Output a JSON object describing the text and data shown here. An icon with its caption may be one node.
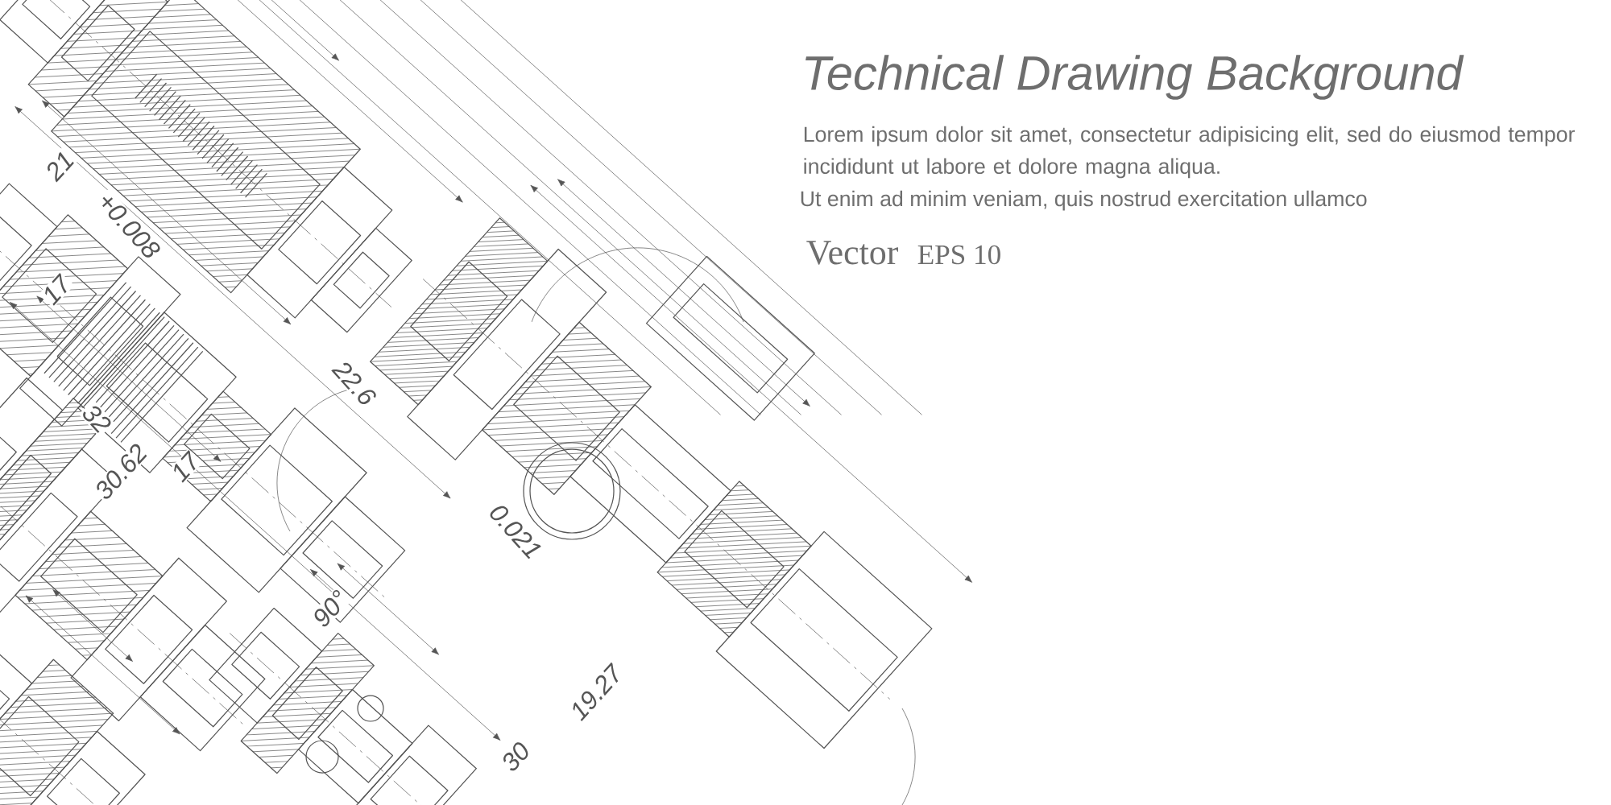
{
  "diagram": {
    "title": "Technical Drawing Background",
    "labels": [
      "Lorem ipsum dolor sit amet, consectetur adipisicing elit, sed do eiusmod tempor incididunt ut labore et dolore magna aliqua.",
      "Ut enim ad minim veniam, quis nostrud exercitation ullamco",
      "Vector",
      "EPS 10",
      "21",
      "+0.008",
      "17",
      "22.6",
      "32",
      "30.62",
      "17",
      "90°",
      "30",
      "0.021",
      "19.27"
    ]
  }
}
